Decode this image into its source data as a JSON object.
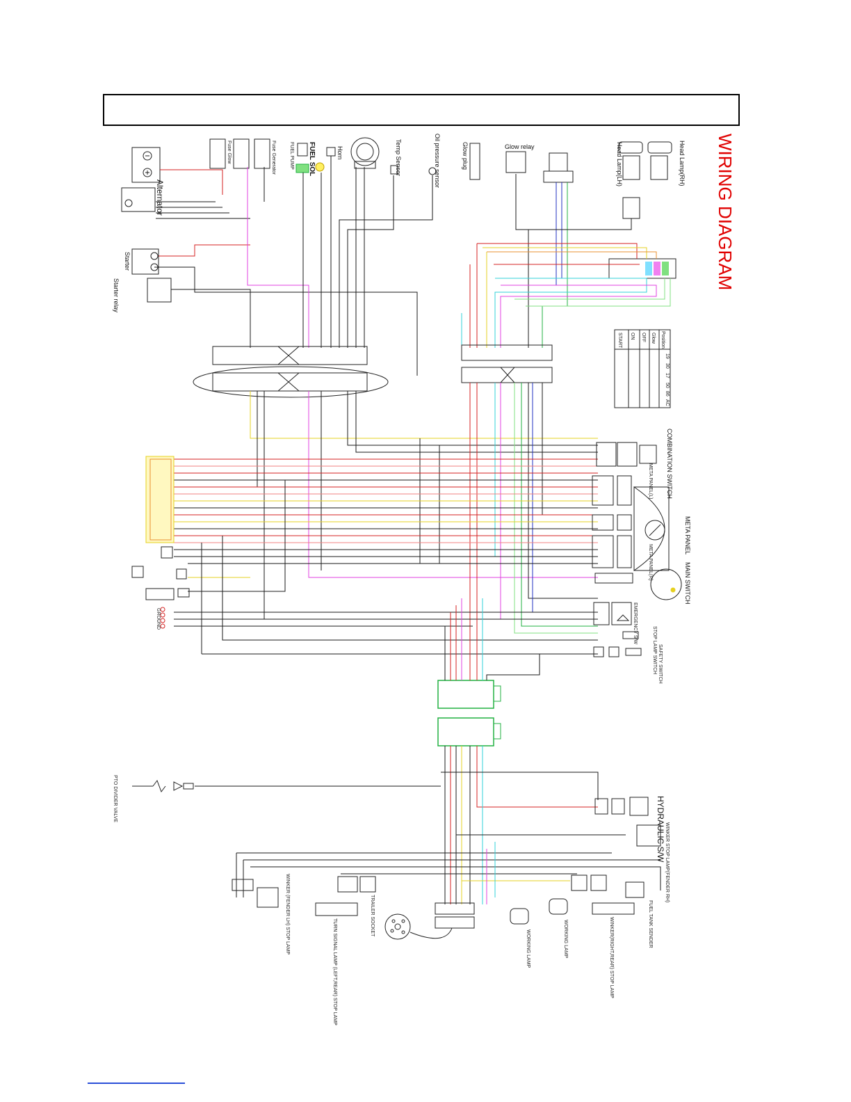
{
  "diagram": {
    "title": "WIRING DIAGRAM",
    "title_color": "#e00000",
    "ignition_table": {
      "header": "Position",
      "columns": [
        "19",
        "30",
        "17",
        "50",
        "86",
        "AC"
      ],
      "rows": [
        "Glow",
        "OFF",
        "ON",
        "START"
      ]
    },
    "labels": {
      "head_lamp_rh": "Head Lamp(RH)",
      "head_lamp_lh": "Head Lamp(LH)",
      "glow_relay": "Glow relay",
      "glow_plug": "Glow plug",
      "oil_pressure_sensor": "Oil pressure sensor",
      "temp_sensor": "Temp Sensor",
      "horn": "Horn",
      "fuel_sol": "FUEL SOL",
      "fuel_pump": "FUEL PUMP",
      "fuse_glow": "Fuse Glow",
      "fuse_generator": "Fuse Generator",
      "alternator": "Alternator",
      "starter": "Starter",
      "starter_relay": "Starter relay",
      "combination_switch": "COMBINATION SWITCH",
      "meta_panel": "META PANEL",
      "meta_panel_l": "META PANEL(L)",
      "meta_panel_r": "META PANEL(R)",
      "main_switch": "MAIN SWITCH",
      "emergency_sw": "EMERGENCY S/W",
      "stop_lamp_switch": "STOP LAMP SWITCH",
      "safety_switch": "SAFETY SWITCH",
      "ground": "GROUND",
      "hydraulic_sw": "HYDRAULIC S/W",
      "winker_stop_lamp_rh": "WINKER STOP LAMP(FENDER RH)",
      "winker_stop_lamp_lh": "WINKER (FENDER LH) STOP LAMP",
      "fuel_tank_sender": "FUEL TANK SENDER",
      "winker_right_rear_stop": "WINKER(RIGHT,REAR) STOP LAMP",
      "working_lamp_1": "WORKING LAMP",
      "working_lamp_2": "WORKING LAMP",
      "trailer_socket": "TRAILER SOCKET",
      "turn_signal_left_rear": "TURN SIGNAL LAMP (LEFT,REAR) STOP LAMP",
      "pto_divider_valve": "PTO DIVIDER VALVE"
    },
    "wire_colors": {
      "red": "#d42020",
      "black": "#1a1a1a",
      "magenta": "#e040e0",
      "yellow": "#e6d020",
      "blue": "#2030c0",
      "green": "#20b040",
      "cyan": "#30d0d8",
      "orange": "#e89030",
      "pink": "#f08080",
      "light_green": "#80e080",
      "brown": "#8b5a2b"
    }
  }
}
